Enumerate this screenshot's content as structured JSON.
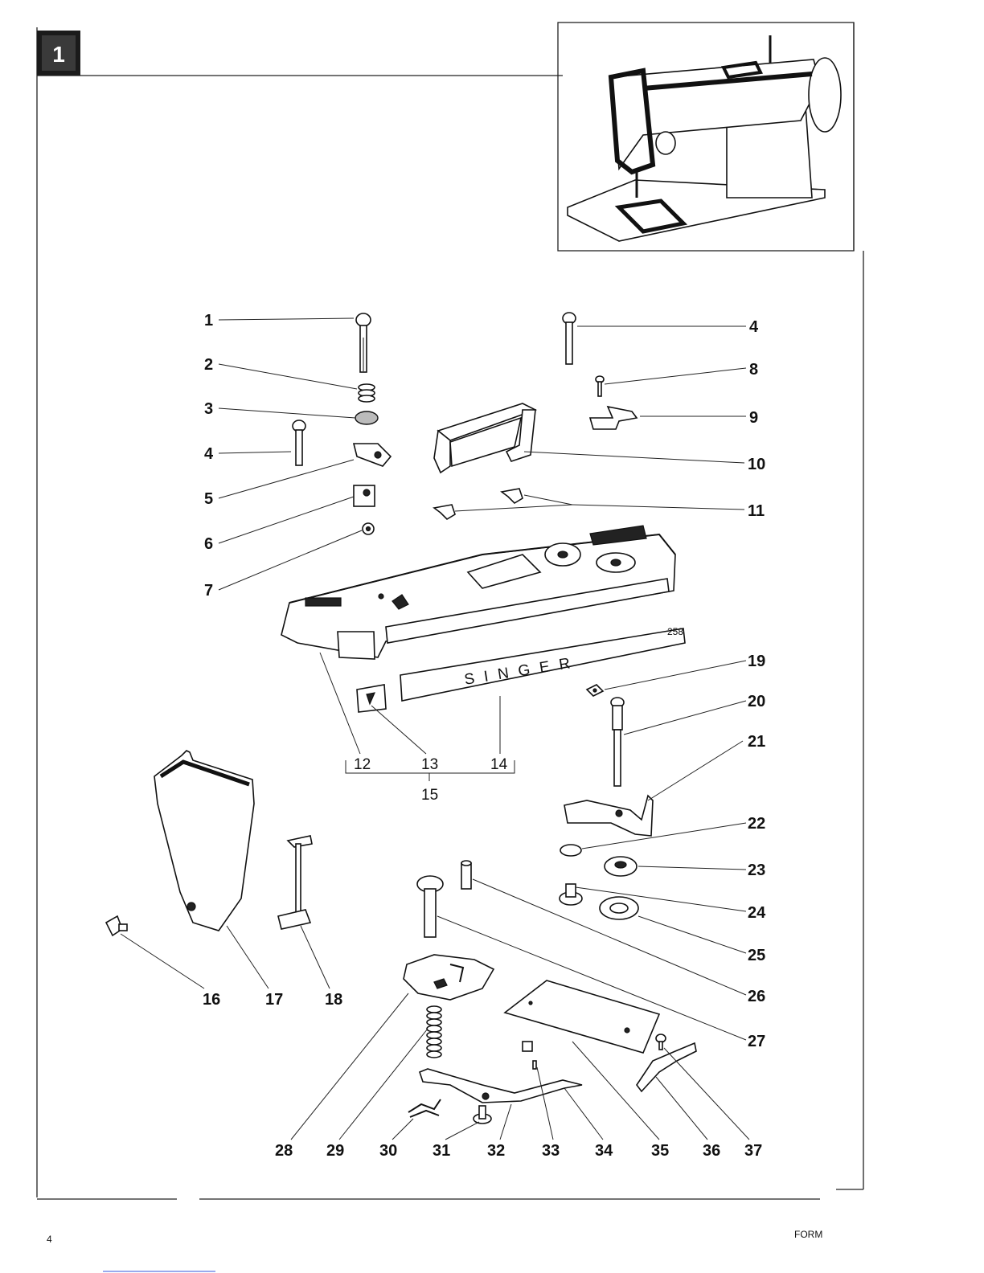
{
  "section_badge": "1",
  "page_number": "4",
  "footer_text": "FORM",
  "brand_text": "SINGER",
  "model_text": "258",
  "callouts": {
    "c1": "1",
    "c2": "2",
    "c3": "3",
    "c4a": "4",
    "c4b": "4",
    "c5": "5",
    "c6": "6",
    "c7": "7",
    "c8": "8",
    "c9": "9",
    "c10": "10",
    "c11": "11",
    "c12": "12",
    "c13": "13",
    "c14": "14",
    "c15": "15",
    "c16": "16",
    "c17": "17",
    "c18": "18",
    "c19": "19",
    "c20": "20",
    "c21": "21",
    "c22": "22",
    "c23": "23",
    "c24": "24",
    "c25": "25",
    "c26": "26",
    "c27": "27",
    "c28": "28",
    "c29": "29",
    "c30": "30",
    "c31": "31",
    "c32": "32",
    "c33": "33",
    "c34": "34",
    "c35": "35",
    "c36": "36",
    "c37": "37"
  }
}
